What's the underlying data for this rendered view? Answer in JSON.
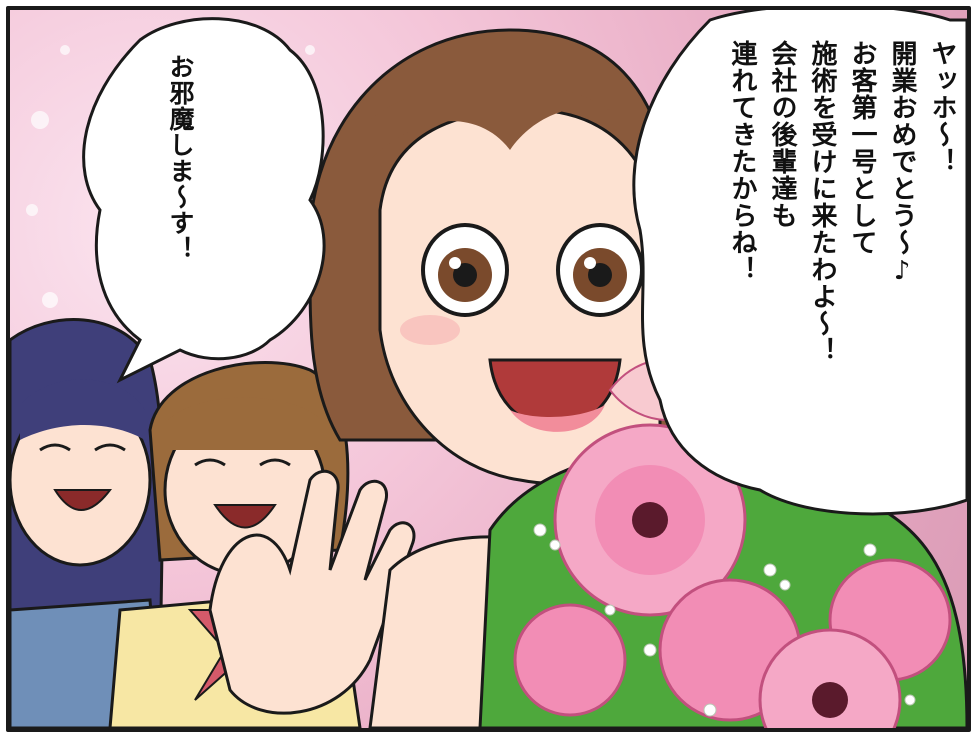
{
  "speech_left": {
    "lines": [
      "お邪",
      "魔しま〜す！"
    ],
    "text": "お邪魔しま〜す！"
  },
  "speech_right": {
    "lines": [
      "ヤッホ〜！",
      "開業おめでとう〜♪",
      "お客第一号として",
      "施術を受けに来たわよ〜！",
      "会社の後輩達も",
      "連れてきたからね！"
    ]
  },
  "colors": {
    "background_pink": "#f4c6d9",
    "flower_pink": "#f28db5",
    "leaf_green": "#4ea83c",
    "outline": "#1a1a1a"
  }
}
